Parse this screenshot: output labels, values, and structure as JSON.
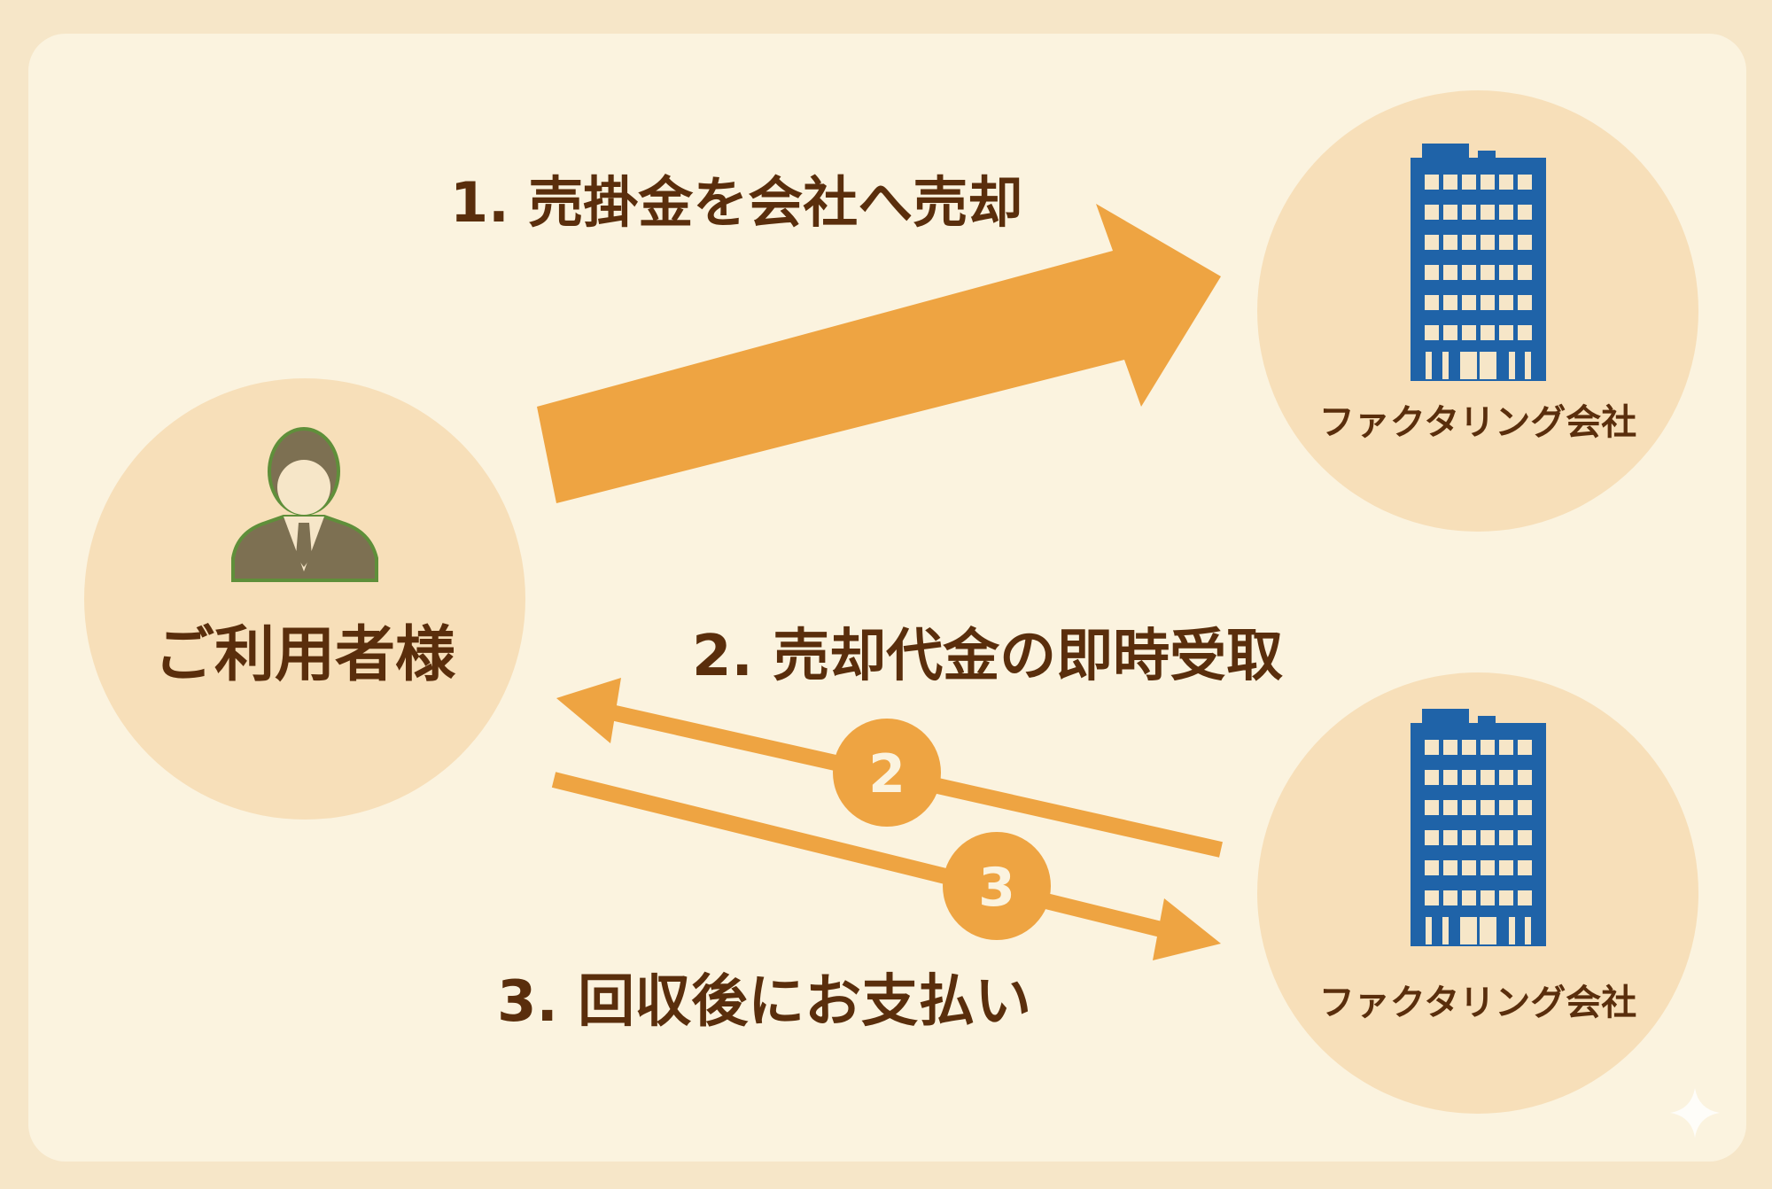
{
  "user": {
    "label": "ご利用者様",
    "icon": "businessman-icon"
  },
  "companies": [
    {
      "label": "ファクタリング会社",
      "icon": "office-building-icon"
    },
    {
      "label": "ファクタリング会社",
      "icon": "office-building-icon"
    }
  ],
  "steps": [
    {
      "label": "1. 売掛金を会社へ売却"
    },
    {
      "label": "2. 売却代金の即時受取",
      "badge": "2"
    },
    {
      "label": "3. 回収後にお支払い",
      "badge": "3"
    }
  ],
  "colors": {
    "background": "#f6e6c8",
    "card": "#fbf3df",
    "circle": "#f7dfb9",
    "arrow": "#eea442",
    "text": "#5a2e0c",
    "building": "#1f63a8",
    "person": "#7d7052",
    "person_accent": "#5f8f3a"
  }
}
